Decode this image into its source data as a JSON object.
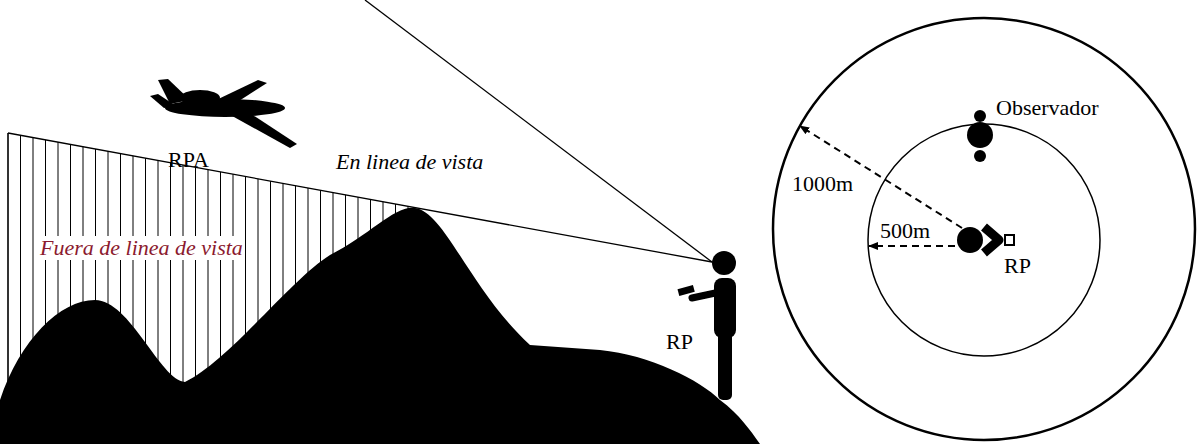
{
  "diagram": {
    "labels": [
      "RPA",
      "En linea de vista",
      "Fuera de linea de vista",
      "RP",
      "1000m",
      "500m",
      "Observador",
      "RP"
    ]
  }
}
